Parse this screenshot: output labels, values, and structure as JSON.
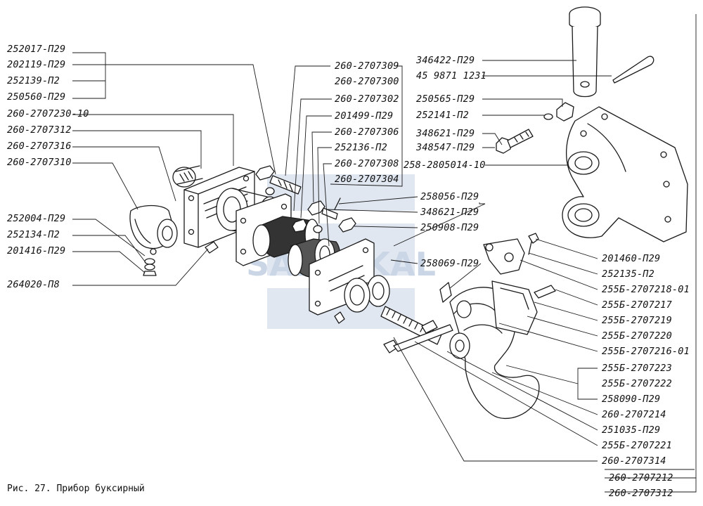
{
  "caption": "Рис. 27. Прибор буксирный",
  "watermark": "SAPREKAL",
  "colors": {
    "ink": "#1a1a1a",
    "watermark": "#b9c8de",
    "paper": "#ffffff"
  },
  "labels_left": [
    "252017-П29",
    "202119-П29",
    "252139-П2",
    "250560-П29",
    "260-2707230-10",
    "260-2707312",
    "260-2707316",
    "260-2707310",
    "252004-П29",
    "252134-П2",
    "201416-П29",
    "264020-П8"
  ],
  "labels_center": [
    "260-2707309",
    "260-2707300",
    "260-2707302",
    "201499-П29",
    "260-2707306",
    "252136-П2",
    "260-2707308",
    "260-2707304",
    "258056-П29",
    "348621-П29",
    "250908-П29",
    "258069-П29"
  ],
  "labels_right_top": [
    "346422-П29",
    "45 9871 1231",
    "250565-П29",
    "252141-П2",
    "348621-П29",
    "348547-П29",
    "258-2805014-10"
  ],
  "labels_right_bottom": [
    "201460-П29",
    "252135-П2",
    "255Б-2707218-01",
    "255Б-2707217",
    "255Б-2707219",
    "255Б-2707220",
    "255Б-2707216-01",
    "255Б-2707223",
    "255Б-2707222",
    "258090-П29",
    "260-2707214",
    "251035-П29",
    "255Б-2707221",
    "260-2707314",
    "260-2707212",
    "260-2707312"
  ]
}
